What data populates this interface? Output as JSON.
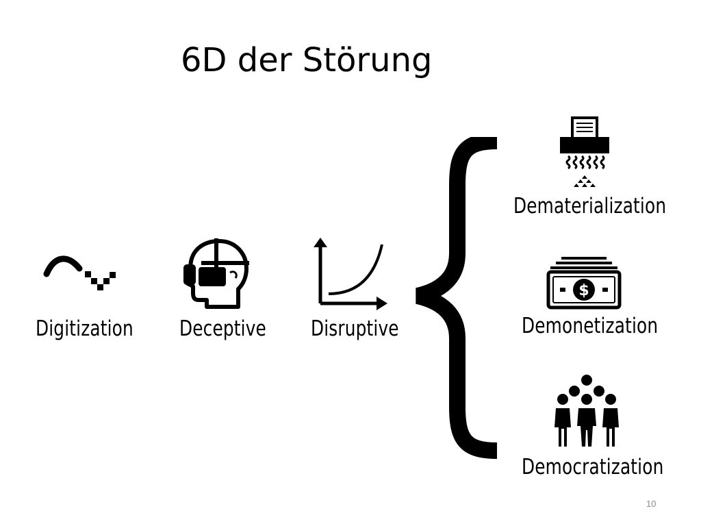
{
  "slide": {
    "title": "6D der Störung",
    "page_number": "10"
  },
  "left_items": [
    {
      "label": "Digitization",
      "icon": "wave-to-pixels-icon"
    },
    {
      "label": "Deceptive",
      "icon": "head-target-icon"
    },
    {
      "label": "Disruptive",
      "icon": "exponential-curve-icon"
    }
  ],
  "right_items": [
    {
      "label": "Dematerialization",
      "icon": "paper-shredder-icon"
    },
    {
      "label": "Demonetization",
      "icon": "dollar-bills-icon"
    },
    {
      "label": "Democratization",
      "icon": "group-of-people-icon"
    }
  ],
  "connector": {
    "icon": "curly-brace-icon"
  },
  "colors": {
    "text": "#000000",
    "page_number": "#8c8c8c",
    "background": "#ffffff"
  }
}
